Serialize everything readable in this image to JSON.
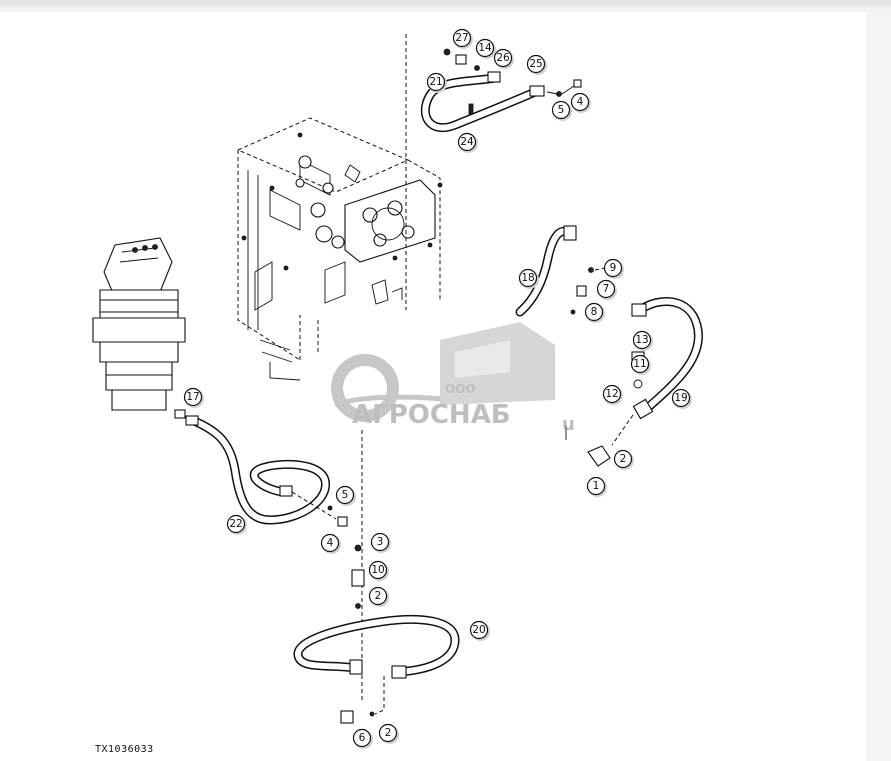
{
  "figure_id": "TX1036033",
  "watermark": {
    "prefix": "ООО",
    "name": "АГРОСНАБ",
    "suffix": "u"
  },
  "callouts": [
    {
      "label": "27"
    },
    {
      "label": "14"
    },
    {
      "label": "26"
    },
    {
      "label": "25"
    },
    {
      "label": "21"
    },
    {
      "label": "5"
    },
    {
      "label": "4"
    },
    {
      "label": "24"
    },
    {
      "label": "18"
    },
    {
      "label": "9"
    },
    {
      "label": "7"
    },
    {
      "label": "8"
    },
    {
      "label": "13"
    },
    {
      "label": "11"
    },
    {
      "label": "12"
    },
    {
      "label": "19"
    },
    {
      "label": "2"
    },
    {
      "label": "1"
    },
    {
      "label": "17"
    },
    {
      "label": "5"
    },
    {
      "label": "22"
    },
    {
      "label": "4"
    },
    {
      "label": "3"
    },
    {
      "label": "10"
    },
    {
      "label": "2"
    },
    {
      "label": "20"
    },
    {
      "label": "6"
    },
    {
      "label": "2"
    }
  ]
}
